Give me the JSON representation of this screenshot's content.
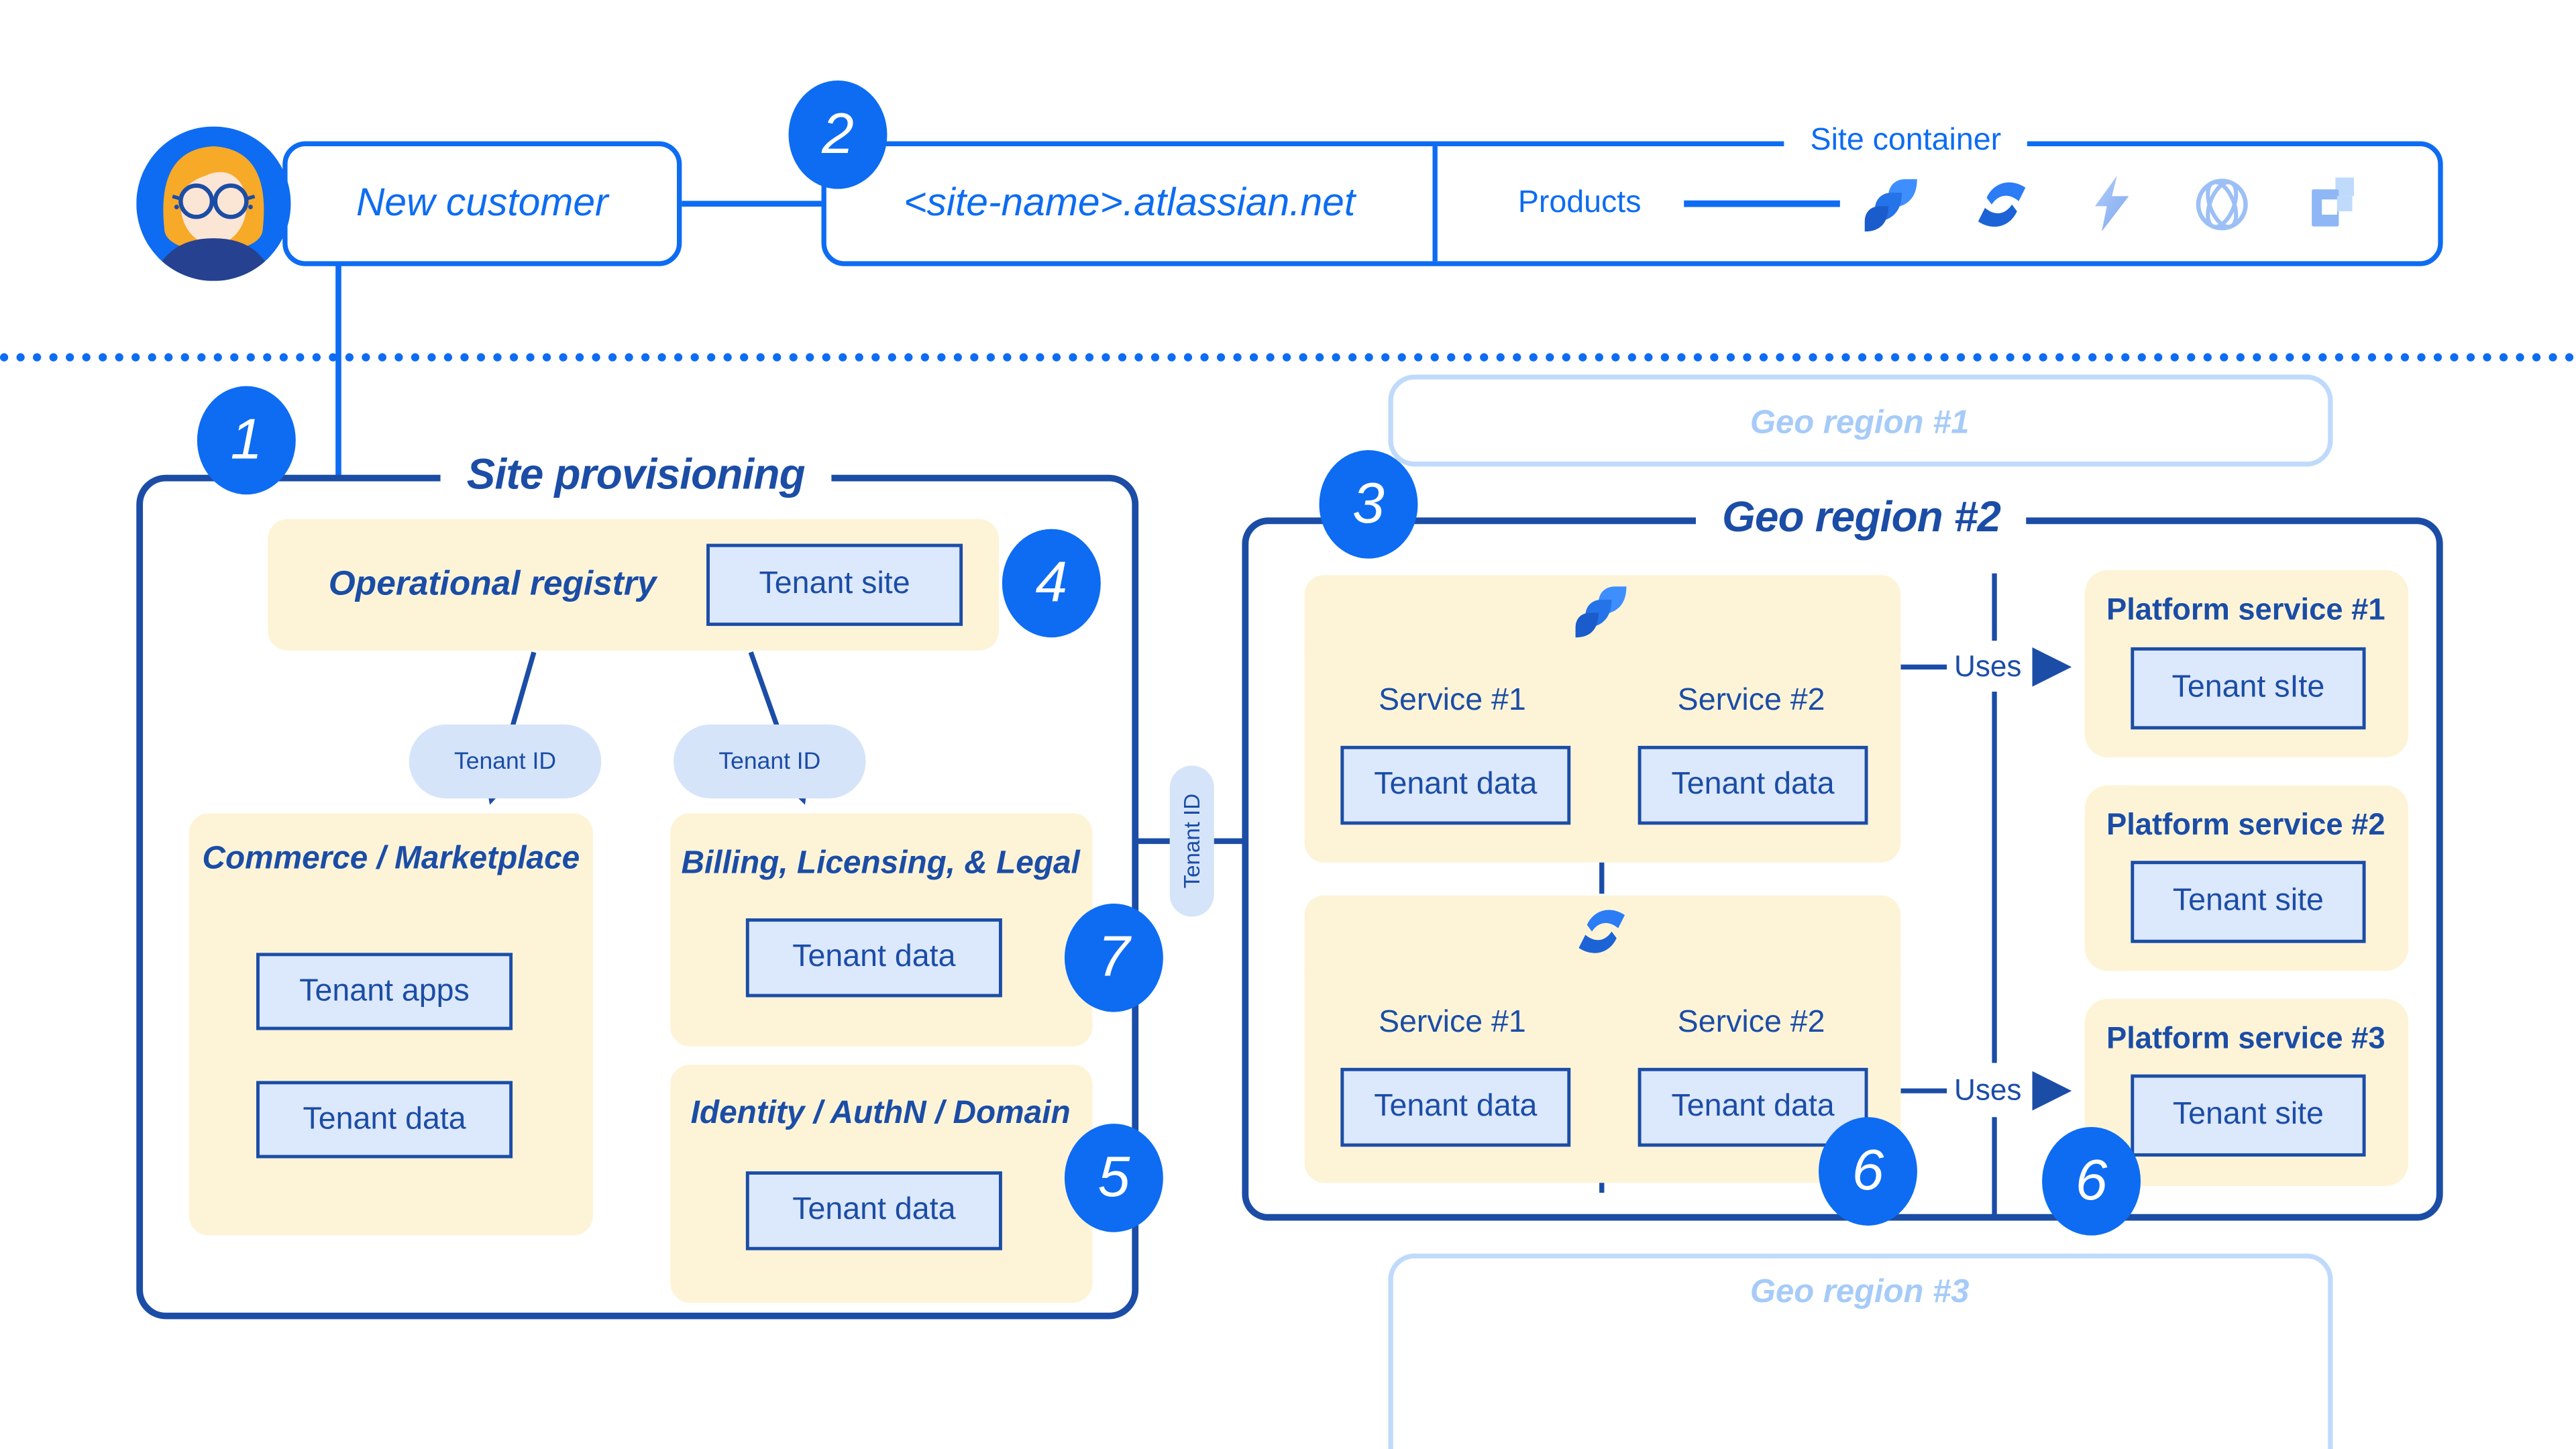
{
  "palette": {
    "bright_blue": "#0D6CF2",
    "navy": "#1B4DA6",
    "cream": "#FDF4D8",
    "tenant_fill": "#DCE8FB",
    "faded_blue": "#A6CBF8"
  },
  "header": {
    "new_customer": "New customer",
    "step2_badge": "2",
    "site_url": "<site-name>.atlassian.net",
    "site_container": "Site container",
    "products": "Products",
    "product_icons": [
      "jira-icon",
      "confluence-icon",
      "bolt-icon",
      "globe-icon",
      "squares-icon"
    ]
  },
  "site_provisioning": {
    "step_badge": "1",
    "title": "Site provisioning",
    "operational_registry": {
      "title": "Operational registry",
      "tenant_site": "Tenant site",
      "step_badge": "4"
    },
    "tenant_id_left": "Tenant ID",
    "tenant_id_right": "Tenant ID",
    "commerce": {
      "title": "Commerce / Marketplace",
      "tenant_apps": "Tenant apps",
      "tenant_data": "Tenant data"
    },
    "billing": {
      "title": "Billing, Licensing, & Legal",
      "tenant_data": "Tenant data",
      "step_badge": "7"
    },
    "identity": {
      "title": "Identity / AuthN / Domain",
      "tenant_data": "Tenant data",
      "step_badge": "5"
    }
  },
  "link": {
    "tenant_id": "Tenant ID"
  },
  "geo_region_1": {
    "title": "Geo region #1"
  },
  "geo_region_2": {
    "step_badge": "3",
    "title": "Geo region #2",
    "jira_group": {
      "service1": "Service #1",
      "service2": "Service #2",
      "tenant_data_1": "Tenant data",
      "tenant_data_2": "Tenant data"
    },
    "confluence_group": {
      "service1": "Service #1",
      "service2": "Service #2",
      "tenant_data_1": "Tenant data",
      "tenant_data_2": "Tenant data"
    },
    "uses_top": "Uses",
    "uses_bottom": "Uses",
    "platform_service_1": {
      "title": "Platform service #1",
      "tenant_site": "Tenant sIte"
    },
    "platform_service_2": {
      "title": "Platform service #2",
      "tenant_site": "Tenant site"
    },
    "platform_service_3": {
      "title": "Platform service #3",
      "tenant_site": "Tenant site"
    },
    "step_badge_6a": "6",
    "step_badge_6b": "6"
  },
  "geo_region_3": {
    "title": "Geo region #3"
  }
}
